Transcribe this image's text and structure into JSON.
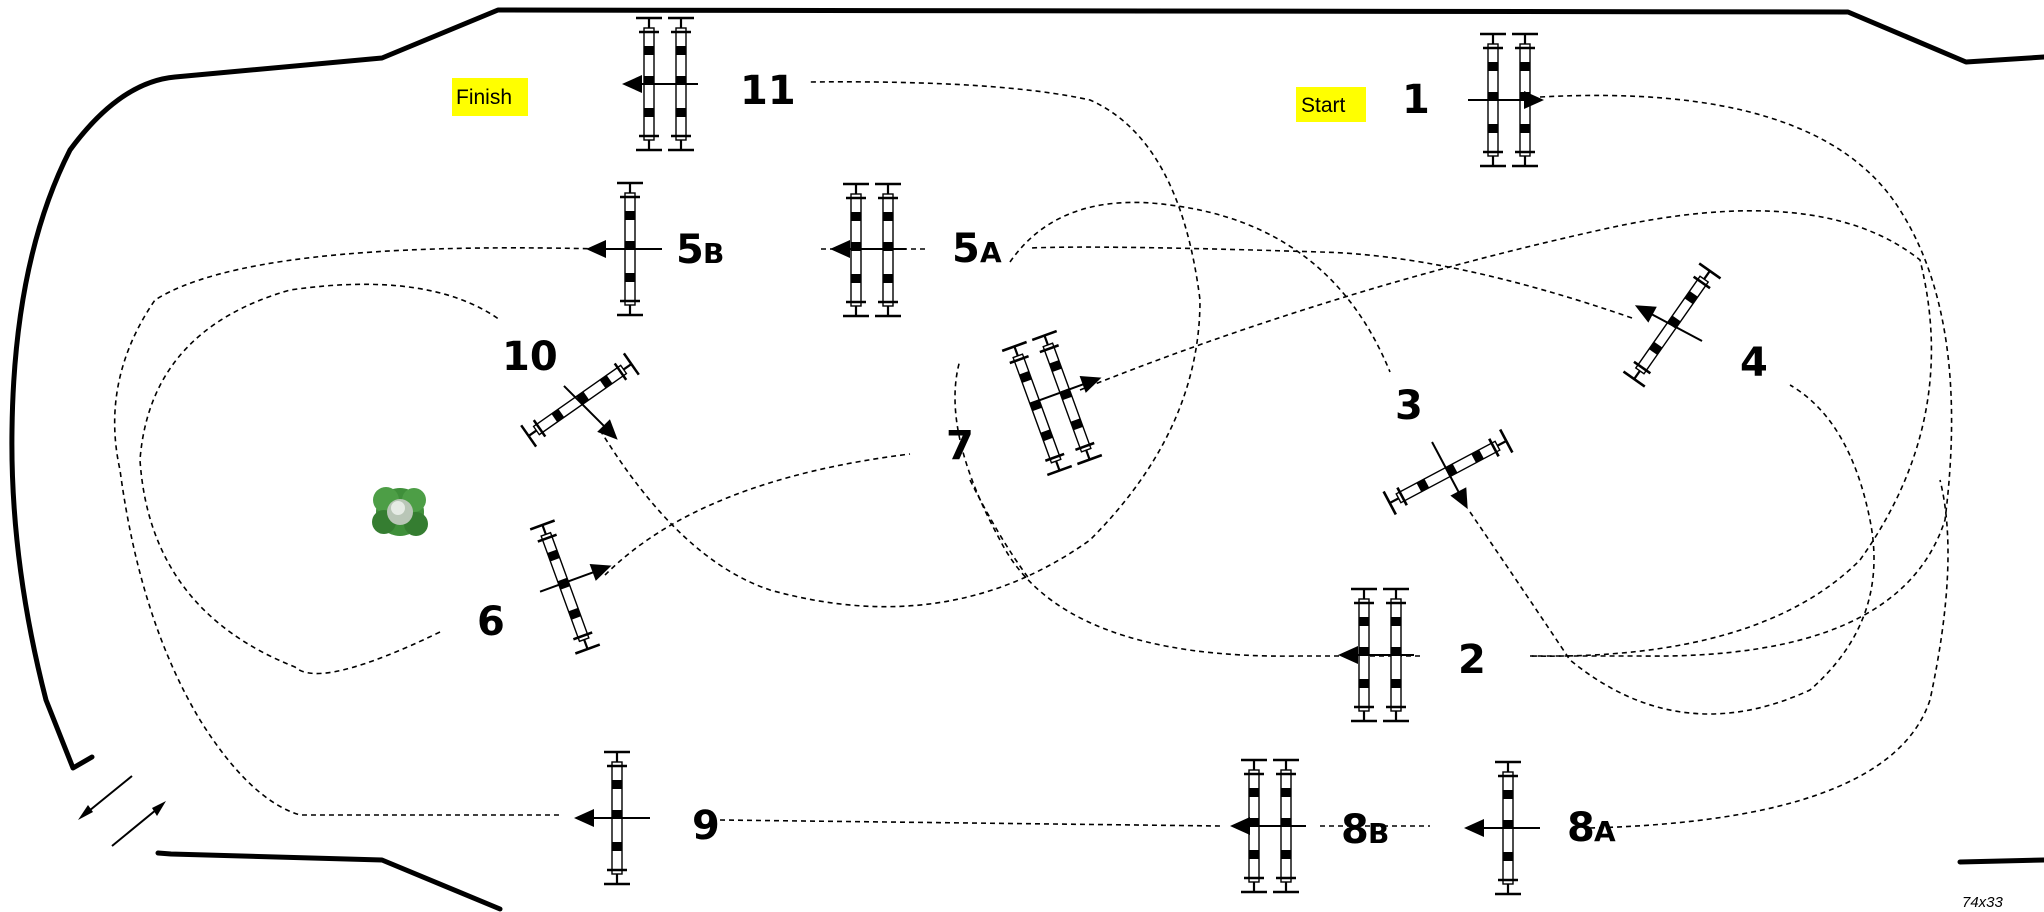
{
  "labels": {
    "finish": "Finish",
    "start": "Start"
  },
  "colors": {
    "label_highlight": "#ffff00",
    "tree": "#3f8f3a"
  },
  "arena": {
    "size": "74x33",
    "entrance": "entry-exit-arrows"
  },
  "jumps": [
    {
      "number": "1"
    },
    {
      "number": "2"
    },
    {
      "number": "3"
    },
    {
      "number": "4"
    },
    {
      "number": "5",
      "suffix": "A"
    },
    {
      "number": "5",
      "suffix": "B"
    },
    {
      "number": "6"
    },
    {
      "number": "7"
    },
    {
      "number": "8",
      "suffix": "A"
    },
    {
      "number": "8",
      "suffix": "B"
    },
    {
      "number": "9"
    },
    {
      "number": "10"
    },
    {
      "number": "11"
    }
  ],
  "decor": {
    "tree_icon": "tree-icon"
  }
}
